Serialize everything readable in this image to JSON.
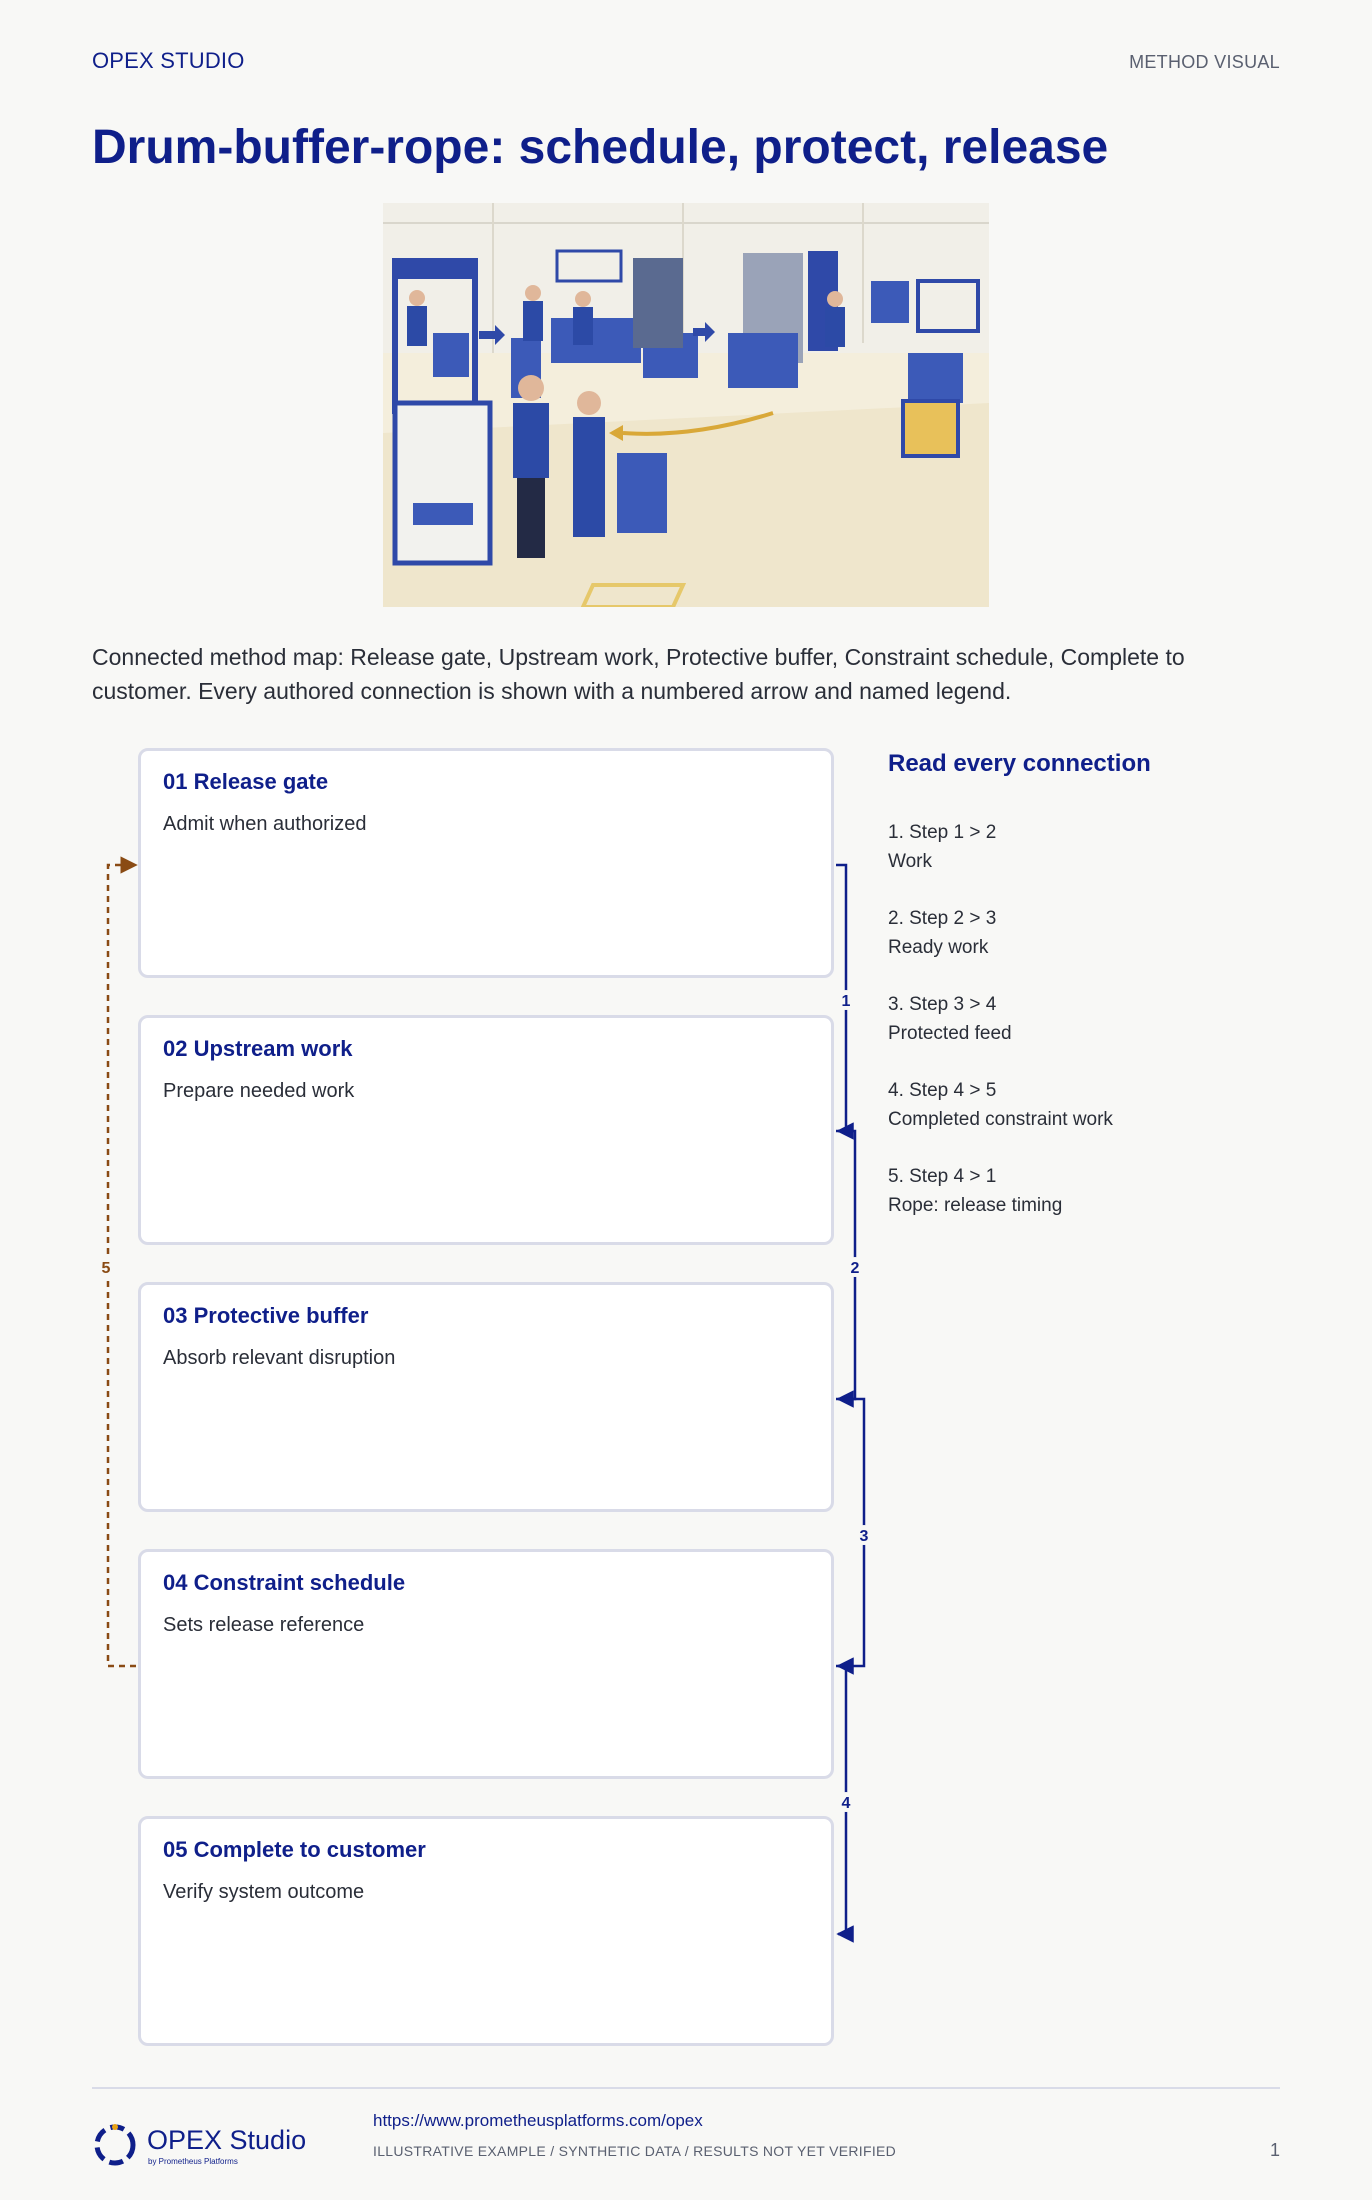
{
  "header": {
    "brand": "OPEX STUDIO",
    "section_label": "METHOD VISUAL",
    "title": "Drum-buffer-rope: schedule, protect, release"
  },
  "intro": "Connected method map: Release gate, Upstream work, Protective buffer, Constraint schedule, Complete to customer. Every authored connection is shown with a numbered arrow and named legend.",
  "steps": [
    {
      "title": "01 Release gate",
      "desc": "Admit when authorized"
    },
    {
      "title": "02 Upstream work",
      "desc": "Prepare needed work"
    },
    {
      "title": "03 Protective buffer",
      "desc": "Absorb relevant disruption"
    },
    {
      "title": "04 Constraint schedule",
      "desc": "Sets release reference"
    },
    {
      "title": "05 Complete to customer",
      "desc": "Verify system outcome"
    }
  ],
  "connections": [
    {
      "number": "1",
      "from": 1,
      "to": 2,
      "style": "solid"
    },
    {
      "number": "2",
      "from": 2,
      "to": 3,
      "style": "solid"
    },
    {
      "number": "3",
      "from": 3,
      "to": 4,
      "style": "solid"
    },
    {
      "number": "4",
      "from": 4,
      "to": 5,
      "style": "solid"
    },
    {
      "number": "5",
      "from": 4,
      "to": 1,
      "style": "dashed"
    }
  ],
  "legend": {
    "title": "Read every connection",
    "items": [
      {
        "step": "1. Step 1 > 2",
        "label": "Work"
      },
      {
        "step": "2. Step 2 > 3",
        "label": "Ready work"
      },
      {
        "step": "3. Step 3 > 4",
        "label": "Protected feed"
      },
      {
        "step": "4. Step 4 > 5",
        "label": "Completed constraint work"
      },
      {
        "step": "5. Step 4 > 1",
        "label": "Rope: release timing"
      }
    ]
  },
  "colors": {
    "primary": "#0f1f8a",
    "rope": "#8a4b14",
    "card_border": "#d9dbe8"
  },
  "footer": {
    "logo_name": "OPEX Studio",
    "logo_sub": "by Prometheus Platforms",
    "url": "https://www.prometheusplatforms.com/opex",
    "disclaimer": "ILLUSTRATIVE EXAMPLE / SYNTHETIC DATA / RESULTS NOT YET VERIFIED",
    "page": "1"
  }
}
